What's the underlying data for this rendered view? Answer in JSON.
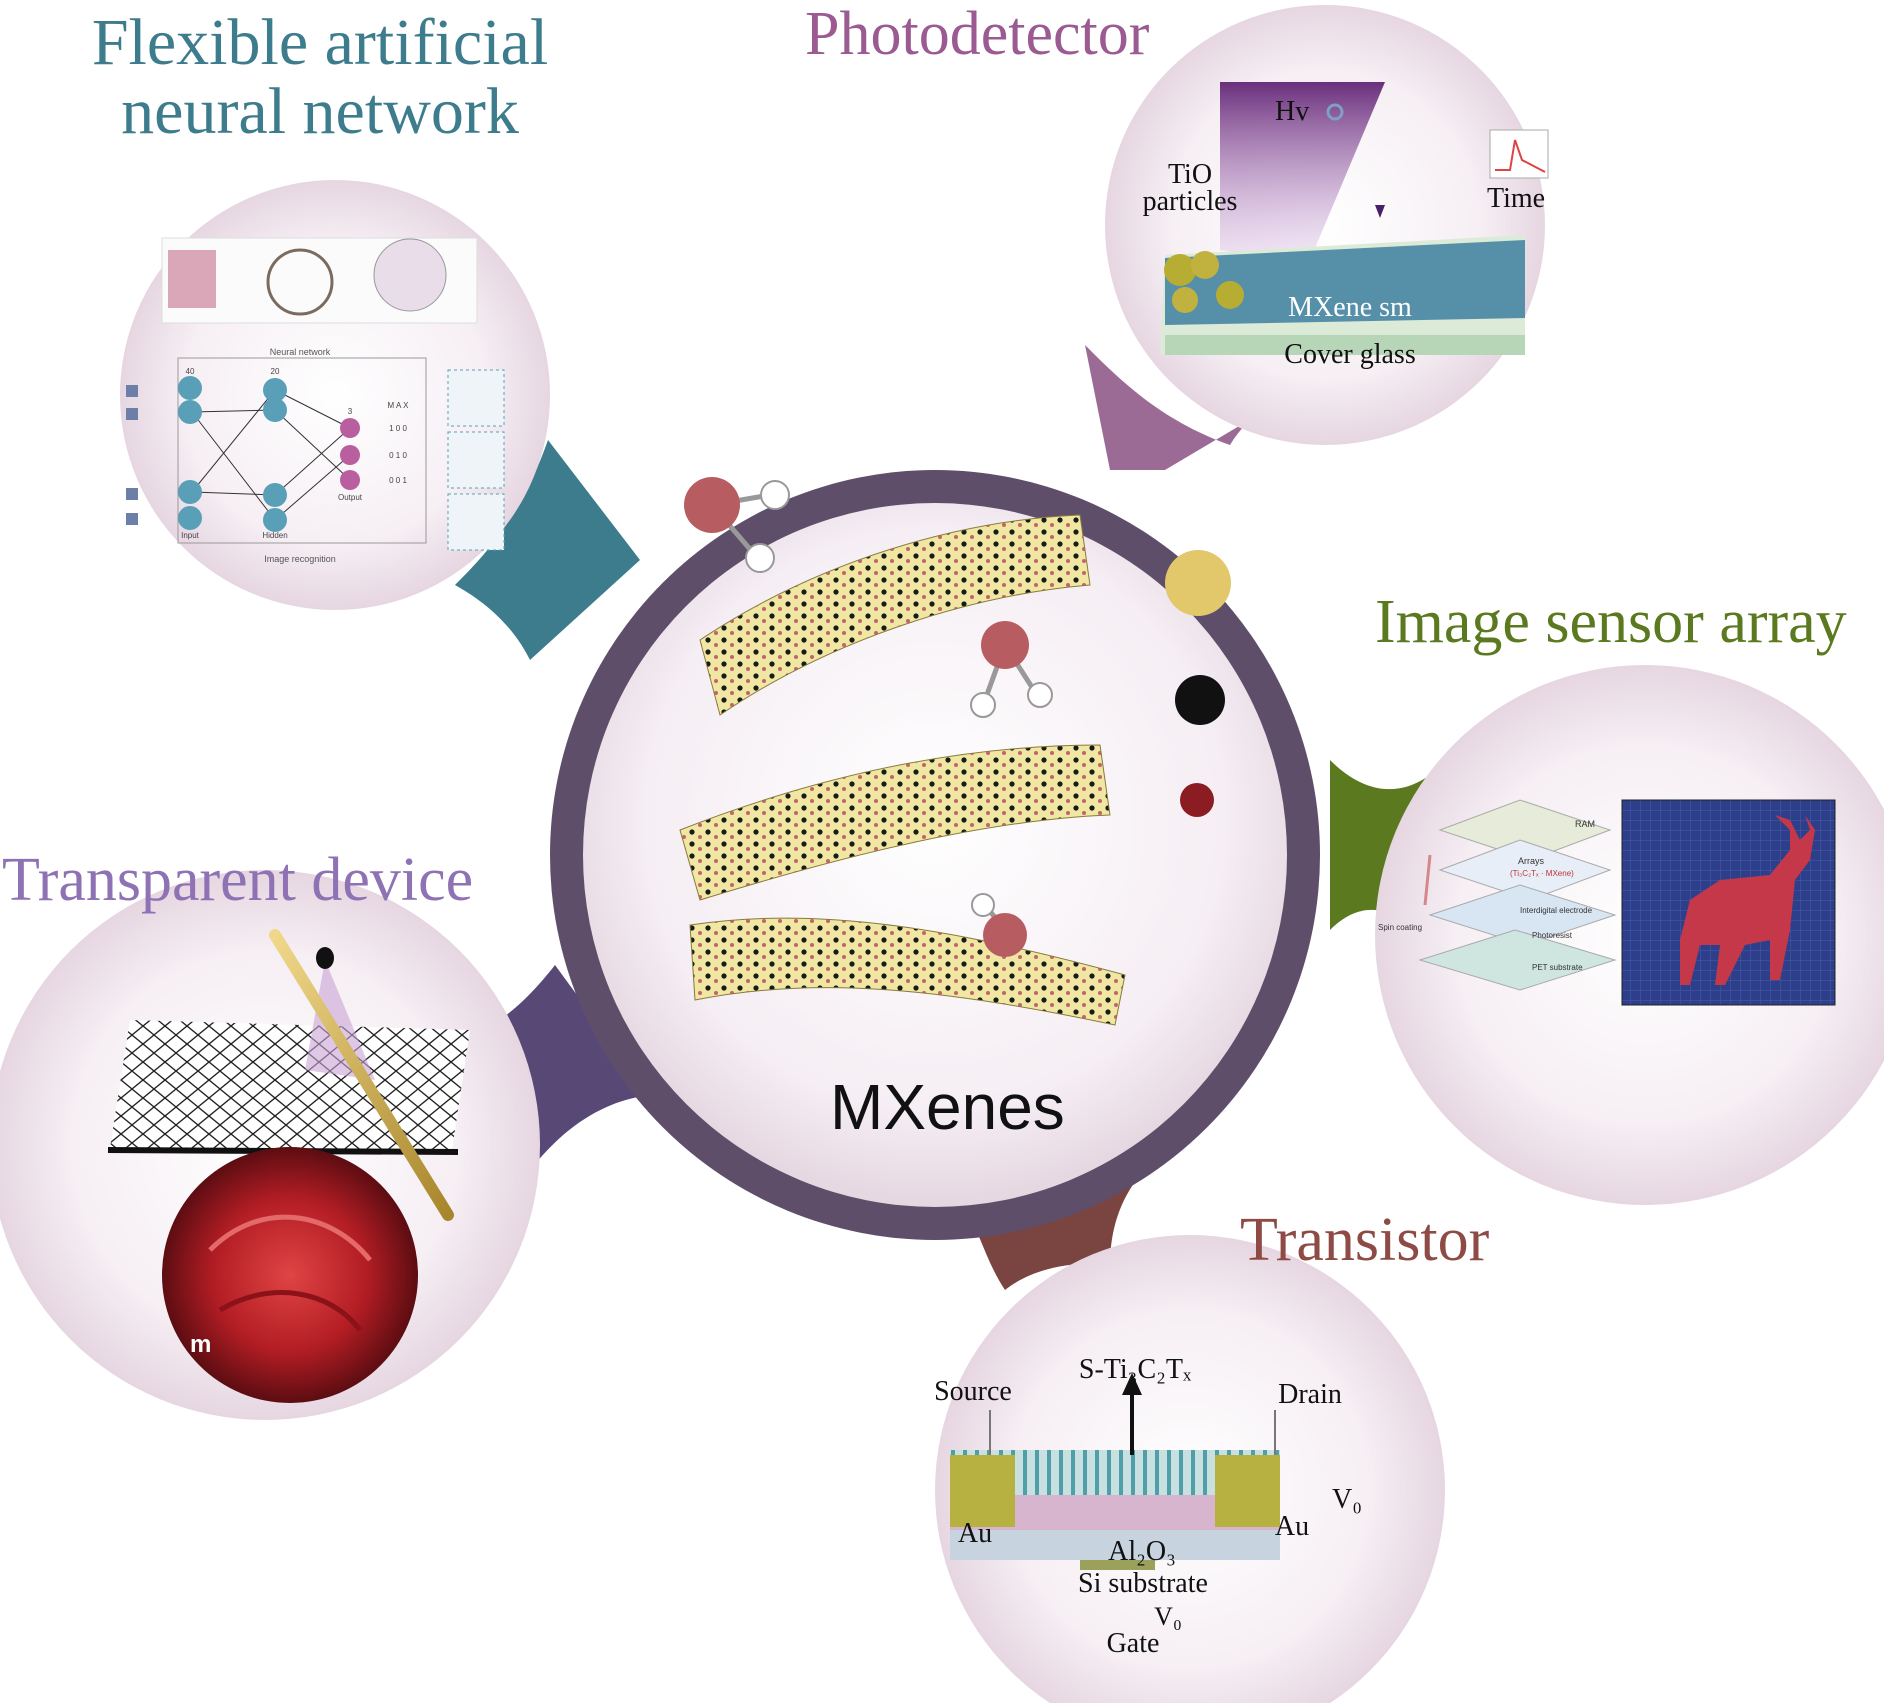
{
  "titles": {
    "ann_line1": "Flexible artificial",
    "ann_line2": "neural network",
    "photodetector": "Photodetector",
    "image_sensor": "Image sensor array",
    "transparent": "Transparent device",
    "transistor": "Transistor"
  },
  "center": {
    "label": "MXenes"
  },
  "photodetector": {
    "hv": "Hv",
    "tio_line1": "TiO",
    "tio_line2": "particles",
    "time": "Time",
    "mxene": "MXene sm",
    "cover": "Cover glass"
  },
  "ann": {
    "neural": "Neural network",
    "image_recog": "Image recognition",
    "input": "Input",
    "hidden": "Hidden",
    "output": "Output",
    "n1": "40",
    "n2": "20",
    "n3": "3",
    "max": "M A X",
    "r1": "1 0 0",
    "r2": "0 1 0",
    "r3": "0 0 1"
  },
  "sensor": {
    "ram": "RAM",
    "arrays": "Arrays",
    "arrays_sub": "(Ti₃C₂Tₓ · MXene)",
    "inter": "Interdigital electrode",
    "photo": "Photoresist",
    "pet": "PET substrate",
    "spin": "Spin coating"
  },
  "transistor": {
    "source": "Source",
    "channel": "S-Ti₃C₂Tₓ",
    "drain": "Drain",
    "v0_right": "V₀",
    "au_left": "Au",
    "au_right": "Au",
    "al2o3": "Al₂O₃",
    "si": "Si substrate",
    "v0_gate": "V₀",
    "gate": "Gate"
  },
  "transparent": {
    "scale": "m"
  },
  "colors": {
    "ann": "#3d7c8c",
    "photodetector": "#9b5a92",
    "image_sensor": "#5b7a1f",
    "transparent": "#8e72b4",
    "transistor": "#8e4b45",
    "ring": "#5e4e6a"
  }
}
